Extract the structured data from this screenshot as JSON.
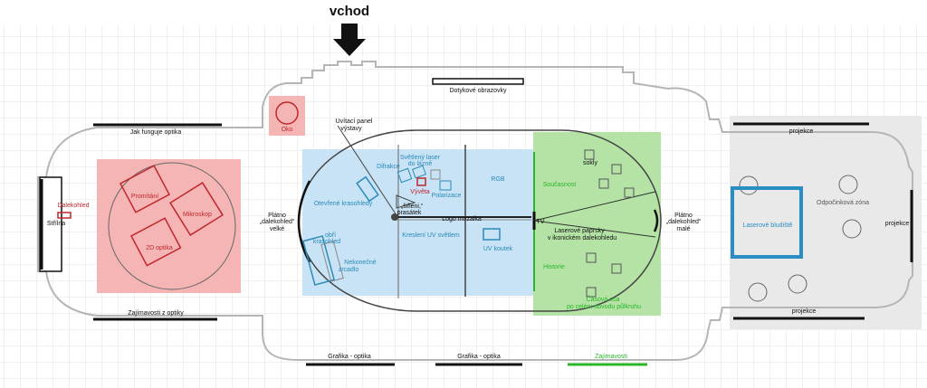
{
  "entrance": "vchod",
  "walls": {
    "left_top": "Jak funguje optika",
    "left_bottom": "Zajímavosti z optiky",
    "touch": "Dotykové obrazovky",
    "bottom_1": "Grafika - optika",
    "bottom_2": "Grafika - optika",
    "bottom_3": "Zajímavosti"
  },
  "zones": {
    "oko": "Oko",
    "dalekohled": "Dalekohled",
    "strilna": "Střílna",
    "promitani": "Promítání",
    "mikroskop": "Mikroskop",
    "optika_2d": "2D optika",
    "platno_velke": [
      "Plátno",
      "„dalekohled“",
      "velké"
    ],
    "uvitaci": [
      "Uvítací panel",
      "výstavy"
    ],
    "difrakce": "Difrakce",
    "svetleny_laser": [
      "Světlený laser",
      "do lázně"
    ],
    "rgb": "RGB",
    "vyveta": "Vývěta",
    "polarizace": "Polarizace",
    "otevrene": "Otevřené krasohledy",
    "sifleni": [
      "„šifleni,“",
      "prasátek"
    ],
    "logo": "Logo mozaika",
    "tv": "TV",
    "obri": [
      "obří",
      "krasohled"
    ],
    "krestani": "Kreslení UV světlem",
    "uv_koutek": "UV koutek",
    "nekonecne": [
      "Nekonečné",
      "zrcadlo"
    ],
    "sokly": "sokly",
    "soucasnost": "Současnost",
    "laserove_paprsky": [
      "Laserové paprsky",
      "v ikonickém dalekohledu"
    ],
    "historie": "Historie",
    "casova_osa": [
      "Časová osa",
      "po celém obvodu půlkruhu"
    ],
    "platno_male": [
      "Plátno",
      "„dalekohled“",
      "malé"
    ],
    "projekce_top": "projekce",
    "projekce_right": "projekce",
    "projekce_bottom": "projekce",
    "odpocinkova": "Odpočinková zóna",
    "bludiste": "Laserové bludiště"
  },
  "colors": {
    "red_zone": "#f5b5b5",
    "blue_zone": "#c7e3f5",
    "green_zone": "#b4e3a5",
    "grey_zone": "#e9e9e9",
    "red_text": "#c0272d",
    "blue_text": "#2a8ab8",
    "green_text": "#2bb52b",
    "maze_blue": "#2a8ec4"
  }
}
